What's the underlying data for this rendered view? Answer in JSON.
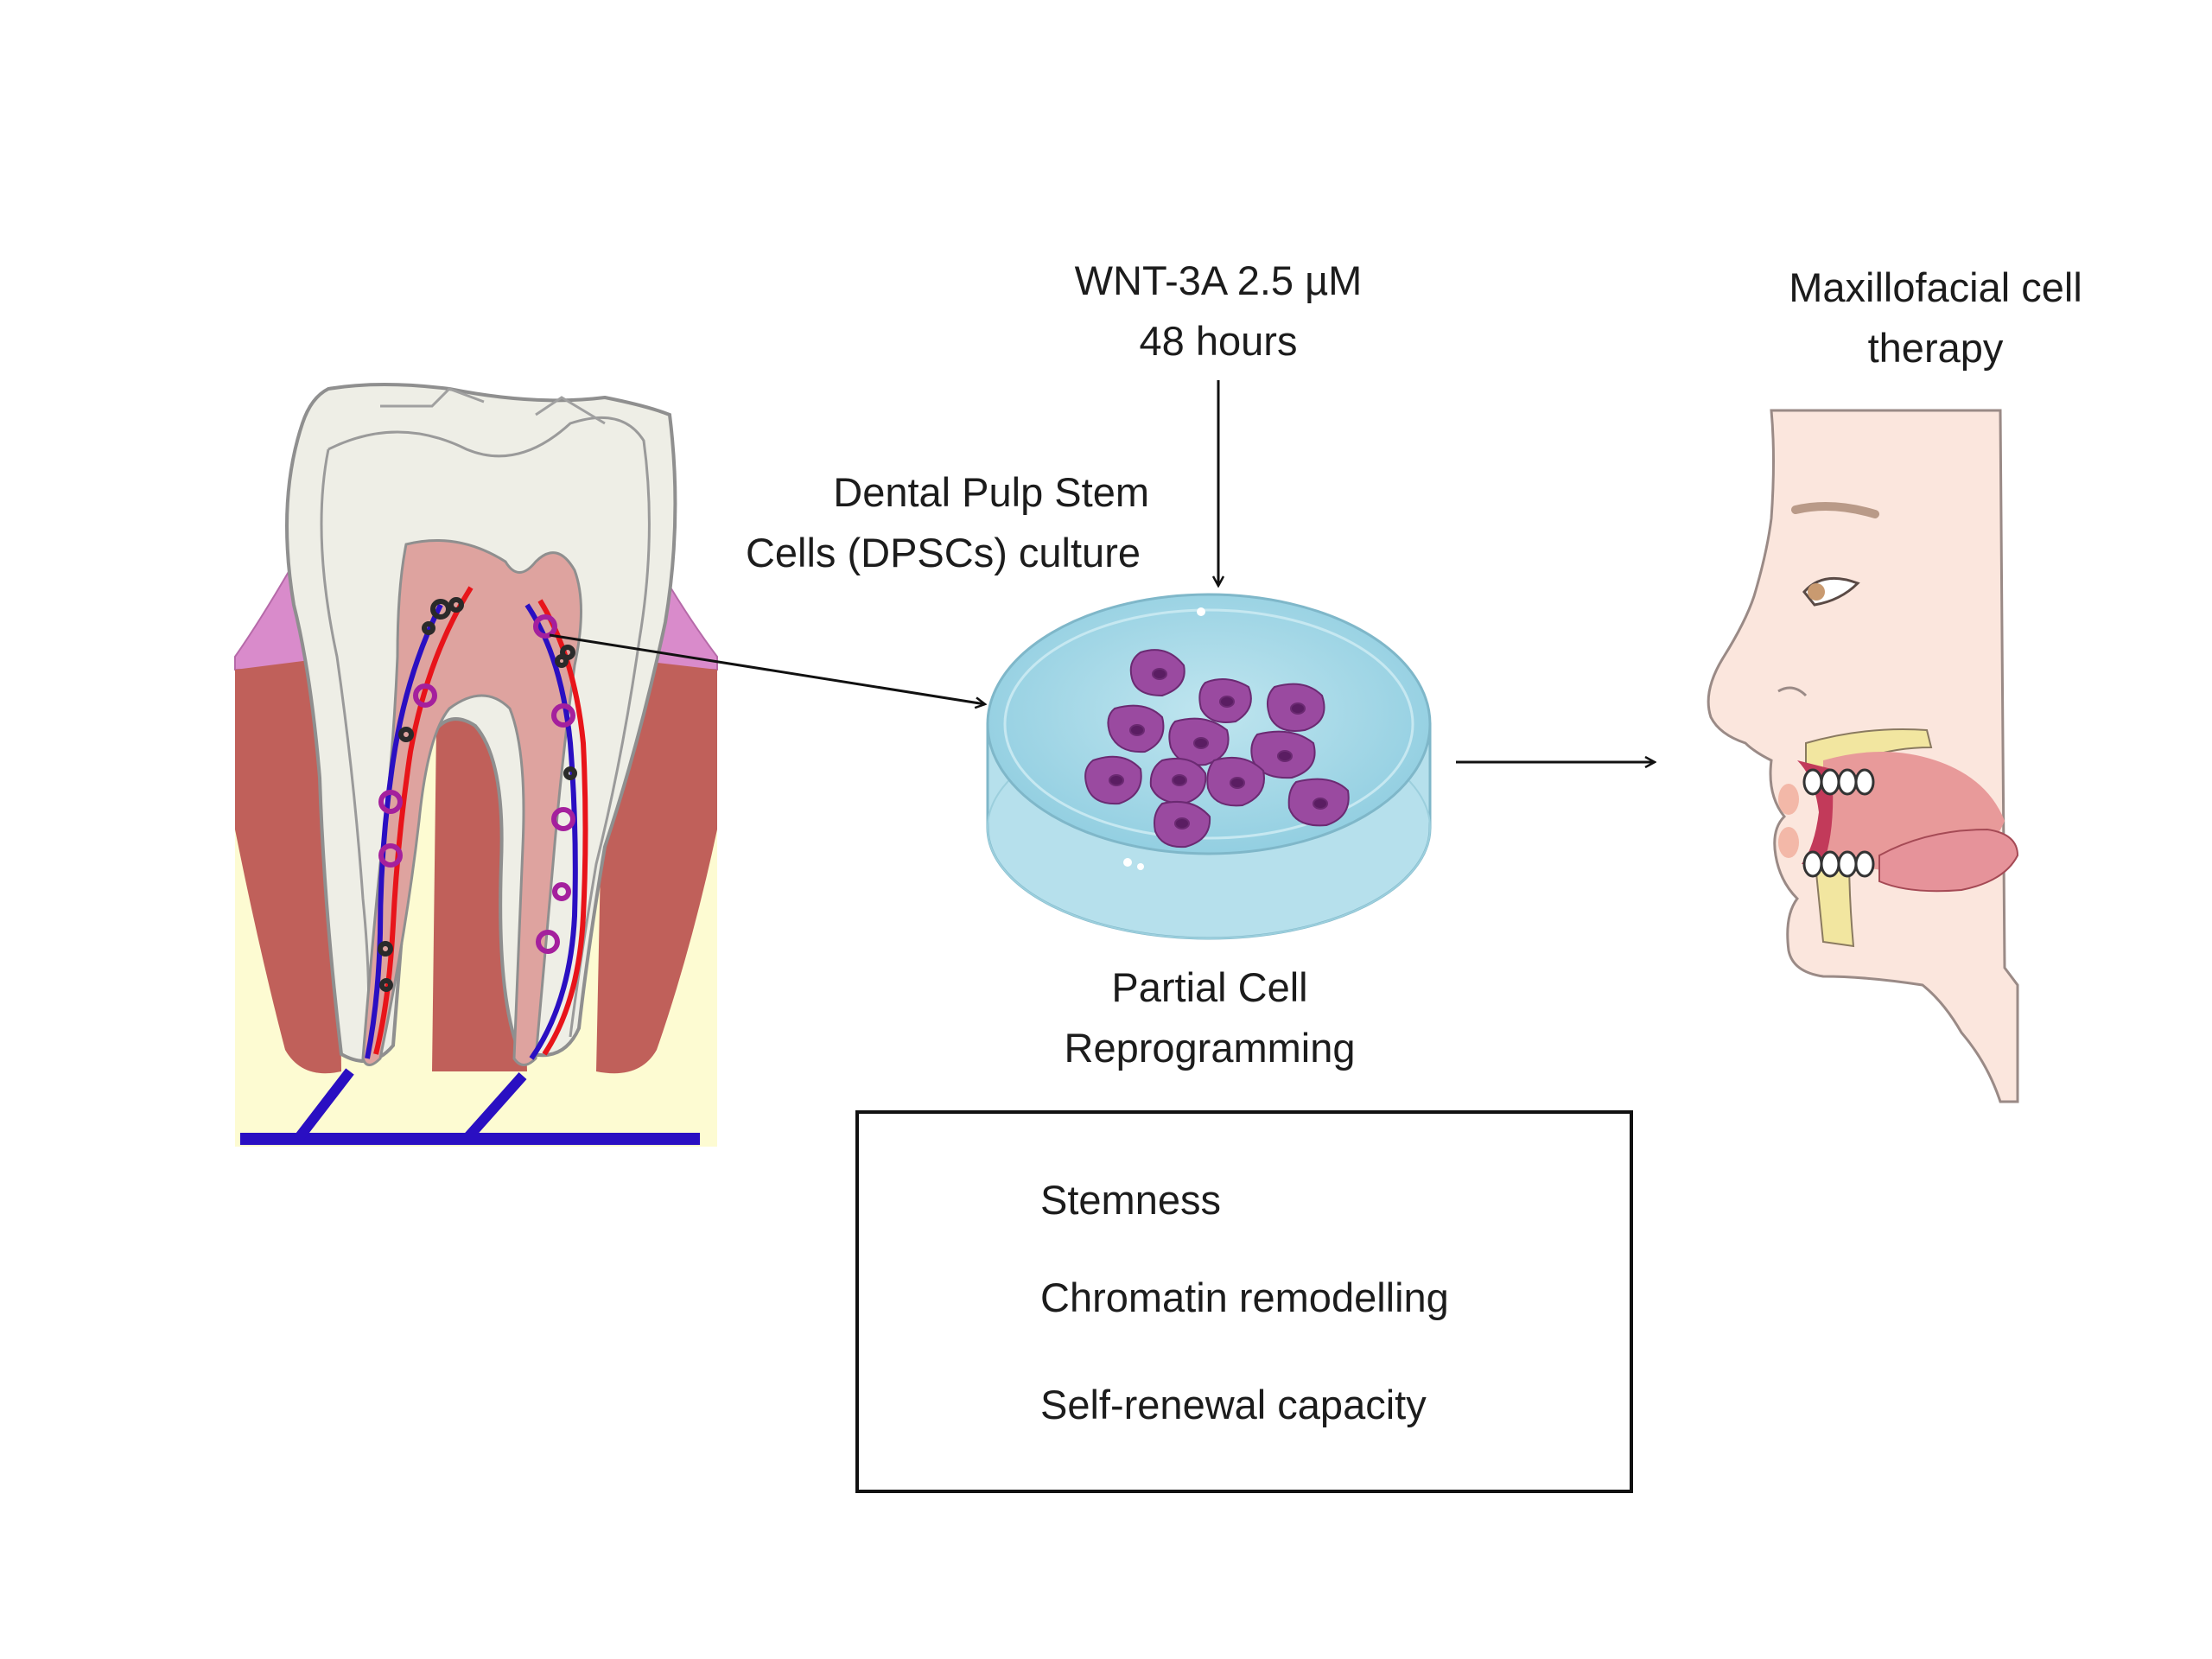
{
  "labels": {
    "treatment_line1": "WNT-3A  2.5 µM",
    "treatment_line2": "48 hours",
    "culture_line1": "Dental Pulp Stem",
    "culture_line2": "Cells (DPSCs) culture",
    "reprogramming_line1": "Partial Cell",
    "reprogramming_line2": "Reprogramming",
    "therapy_line1": "Maxillofacial cell",
    "therapy_line2": "therapy"
  },
  "outcomes": {
    "items": [
      "Stemness",
      "Chromatin remodelling",
      "Self-renewal capacity"
    ],
    "arrow_color": "#1faa4f"
  },
  "colors": {
    "bone": "#fdfbd2",
    "gum": "#bf5b56",
    "gum_pink": "#d98bcb",
    "enamel": "#eeeee6",
    "pulp": "#dea39f",
    "vein": "#2a0fc2",
    "artery": "#e8141a",
    "cell_ring": "#a4209d",
    "dish": "#a8dbe8",
    "cell": "#9a4aa0",
    "skin": "#fbe6dd"
  }
}
